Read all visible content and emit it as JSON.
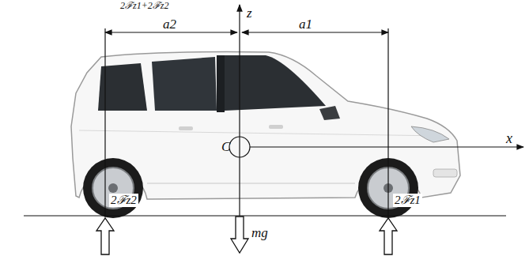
{
  "diagram": {
    "labels": [
      "2ℱz1+2ℱz2",
      "a2",
      "z",
      "a1",
      "C",
      "x",
      "2ℱz2",
      "mg",
      "2ℱz1"
    ]
  }
}
